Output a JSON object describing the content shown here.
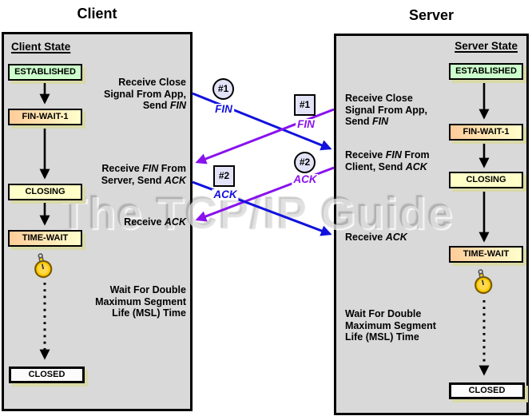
{
  "watermark": "The TCP/IP Guide",
  "colors": {
    "client_message_blue": "#1111dd",
    "server_message_purple": "#8812ee",
    "panel_background": "#d9d9d9",
    "established_fill": "#ccffcc",
    "transition_fill_left": "#ffcc99",
    "transition_fill_right": "#ffffcc",
    "closing_fill": "#ffffc8",
    "closed_fill": "#fcfcfc",
    "box_shadow": "#d9d9a8",
    "badge_fill": "#e3e3f7"
  },
  "client": {
    "title": "Client",
    "heading": "Client State",
    "states": [
      {
        "label": "ESTABLISHED"
      },
      {
        "label": "FIN-WAIT-1"
      },
      {
        "label": "CLOSING"
      },
      {
        "label": "TIME-WAIT"
      },
      {
        "label": "CLOSED"
      }
    ],
    "annotations": [
      {
        "lines": [
          {
            "pre": "Receive Close"
          },
          {
            "pre": "Signal From App,"
          },
          {
            "pre": "Send ",
            "it": "FIN"
          }
        ]
      },
      {
        "lines": [
          {
            "pre": "Receive ",
            "it": "FIN",
            "post": " From"
          },
          {
            "pre": "Server, Send ",
            "it": "ACK"
          }
        ]
      },
      {
        "lines": [
          {
            "pre": "Receive ",
            "it": "ACK"
          }
        ]
      },
      {
        "lines": [
          {
            "pre": "Wait For Double"
          },
          {
            "pre": "Maximum Segment"
          },
          {
            "pre": "Life (MSL) Time"
          }
        ]
      }
    ]
  },
  "server": {
    "title": "Server",
    "heading": "Server State",
    "states": [
      {
        "label": "ESTABLISHED"
      },
      {
        "label": "FIN-WAIT-1"
      },
      {
        "label": "CLOSING"
      },
      {
        "label": "TIME-WAIT"
      },
      {
        "label": "CLOSED"
      }
    ],
    "annotations": [
      {
        "lines": [
          {
            "pre": "Receive Close"
          },
          {
            "pre": "Signal From App,"
          },
          {
            "pre": "Send ",
            "it": "FIN"
          }
        ]
      },
      {
        "lines": [
          {
            "pre": "Receive ",
            "it": "FIN",
            "post": " From"
          },
          {
            "pre": "Client, Send ",
            "it": "ACK"
          }
        ]
      },
      {
        "lines": [
          {
            "pre": "Receive ",
            "it": "ACK"
          }
        ]
      },
      {
        "lines": [
          {
            "pre": "Wait For Double"
          },
          {
            "pre": "Maximum Segment"
          },
          {
            "pre": "Life (MSL) Time"
          }
        ]
      }
    ]
  },
  "messages": [
    {
      "num": "#1",
      "shape": "circle",
      "label": "FIN",
      "from": "client",
      "to": "server",
      "color": "blue"
    },
    {
      "num": "#1",
      "shape": "square",
      "label": "FIN",
      "from": "server",
      "to": "client",
      "color": "purple"
    },
    {
      "num": "#2",
      "shape": "square",
      "label": "ACK",
      "from": "client",
      "to": "server",
      "color": "blue"
    },
    {
      "num": "#2",
      "shape": "circle",
      "label": "ACK",
      "from": "server",
      "to": "client",
      "color": "purple"
    }
  ]
}
